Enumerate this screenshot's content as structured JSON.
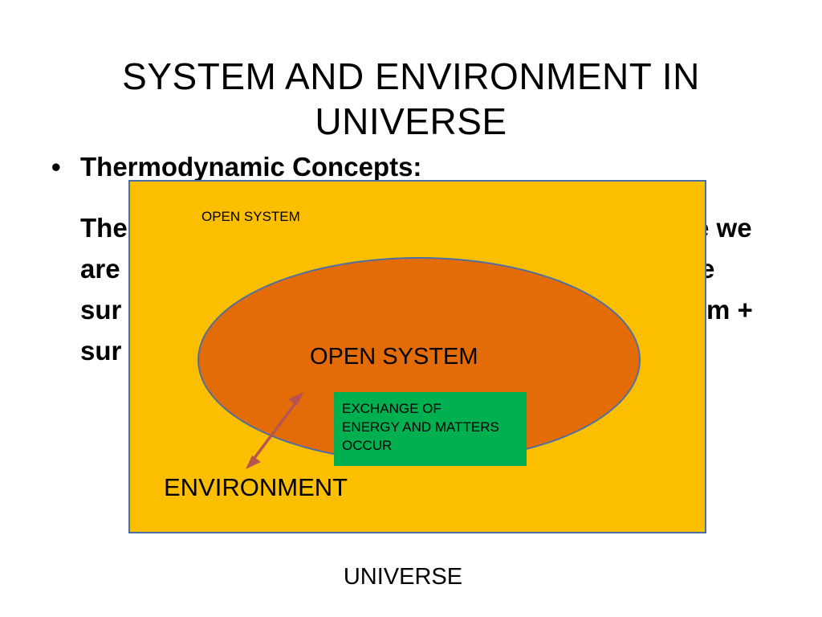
{
  "slide": {
    "title_line1": "SYSTEM AND ENVIRONMENT IN",
    "title_line2": "UNIVERSE"
  },
  "bullet": {
    "marker": "•",
    "heading": "Thermodynamic Concepts:"
  },
  "body_partial": {
    "line1_left": "The",
    "line1_right": "e we",
    "line2_left": "are",
    "line2_right": "e",
    "line3_left": "sur",
    "line3_right": "m +",
    "line4_left": "sur"
  },
  "diagram": {
    "top_label": "OPEN SYSTEM",
    "system_label": "OPEN SYSTEM",
    "exchange_lines": [
      "EXCHANGE OF",
      "ENERGY AND MATTERS",
      "OCCUR"
    ],
    "environment_label": "ENVIRONMENT",
    "universe_label": "UNIVERSE"
  },
  "colors": {
    "environment_fill": "#fbbf00",
    "system_fill": "#e36c09",
    "exchange_fill": "#00b050",
    "outline": "#4a6fa5",
    "arrow": "#b85450"
  }
}
